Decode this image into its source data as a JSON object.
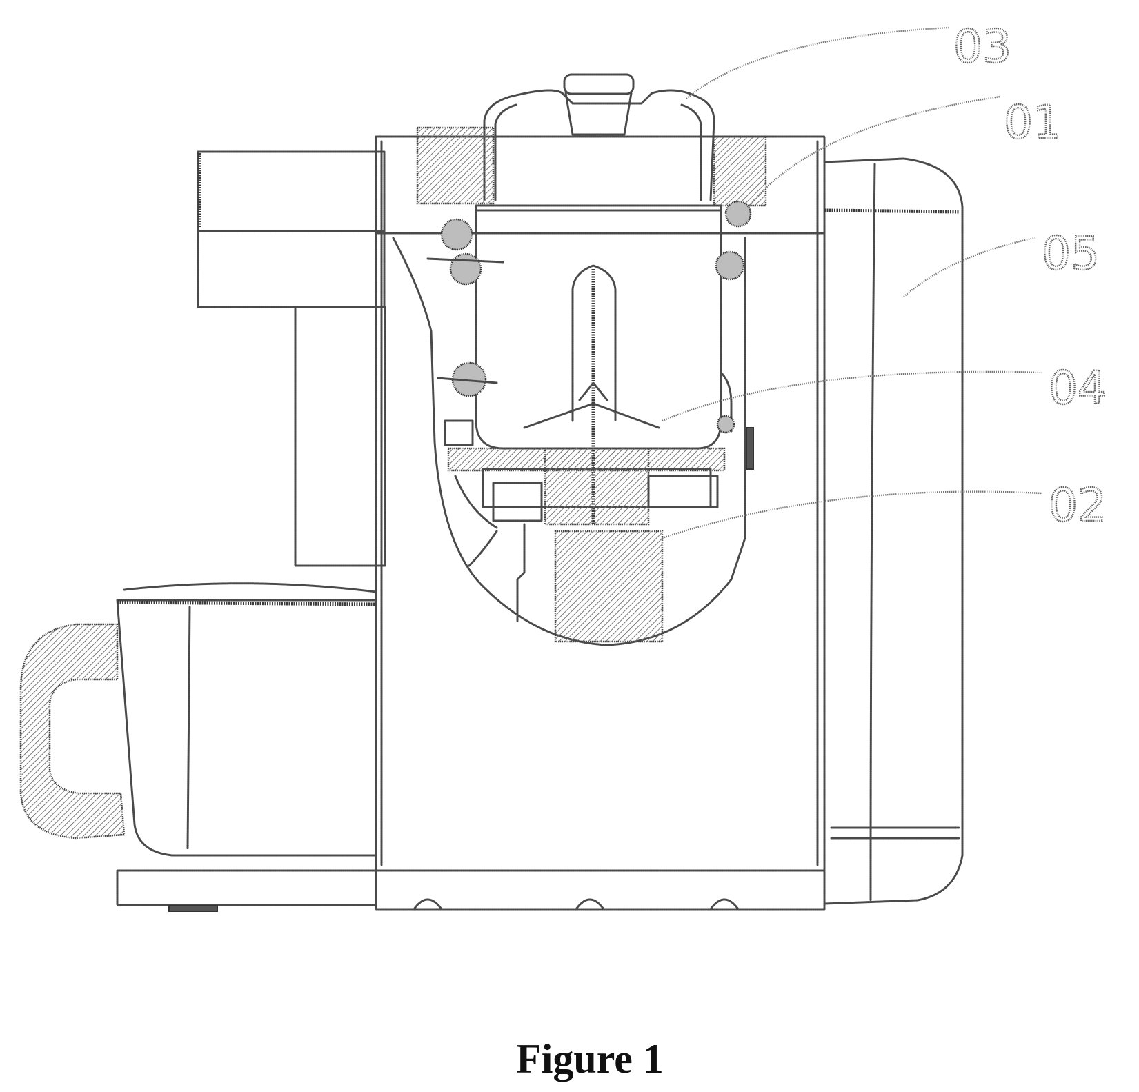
{
  "figure": {
    "caption": "Figure 1",
    "reference_labels": [
      "03",
      "01",
      "05",
      "04",
      "02"
    ]
  },
  "colors": {
    "line": "#4a4a4a",
    "background": "#ffffff"
  }
}
